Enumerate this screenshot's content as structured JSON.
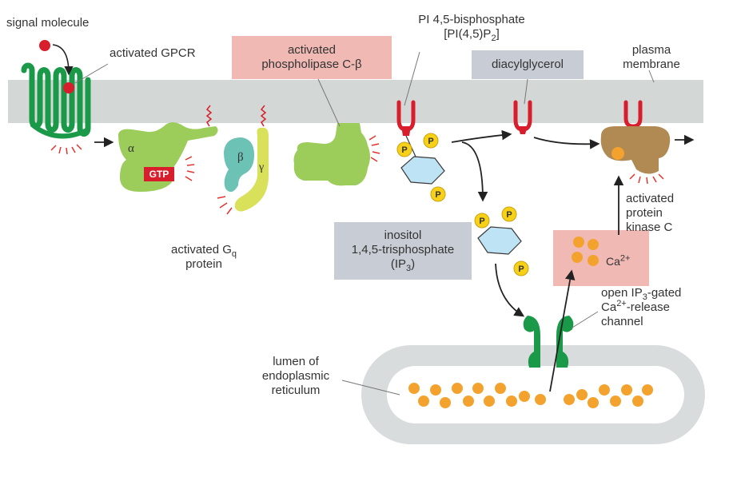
{
  "labels": {
    "signal_molecule": "signal molecule",
    "activated_gpcr": "activated GPCR",
    "activated_plc_line1": "activated",
    "activated_plc_line2": "phospholipase C-β",
    "pip2_line1": "PI 4,5-bisphosphate",
    "pip2_line2_prefix": "[PI(4,5)P",
    "pip2_line2_sub": "2",
    "pip2_line2_suffix": "]",
    "diacylglycerol": "diacylglycerol",
    "plasma_membrane_line1": "plasma",
    "plasma_membrane_line2": "membrane",
    "gq_line1_prefix": "activated G",
    "gq_line1_sub": "q",
    "gq_line2": "protein",
    "ip3_line1": "inositol",
    "ip3_line2": "1,4,5-trisphosphate",
    "ip3_line3_prefix": "(IP",
    "ip3_line3_sub": "3",
    "ip3_line3_suffix": ")",
    "pkc_line1": "activated",
    "pkc_line2": "protein",
    "pkc_line3": "kinase C",
    "channel_line1_prefix": "open IP",
    "channel_line1_sub": "3",
    "channel_line1_suffix": "-gated",
    "channel_line2_prefix": "Ca",
    "channel_line2_sup": "2+",
    "channel_line2_suffix": "-release",
    "channel_line3": "channel",
    "lumen_line1": "lumen of",
    "lumen_line2": "endoplasmic",
    "lumen_line3": "reticulum",
    "ca_prefix": "Ca",
    "ca_sup": "2+",
    "alpha": "α",
    "beta": "β",
    "gamma": "γ",
    "gtp": "GTP",
    "phosphate": "P"
  },
  "colors": {
    "membrane": "#d3d8d6",
    "receptor_green": "#1a9a48",
    "gprotein_green": "#9ccc5a",
    "beta_teal": "#6cc2b4",
    "gamma_yellow": "#d9e05a",
    "pink_box": "#f0b9b4",
    "gray_box": "#c8ccd4",
    "lipid_red": "#d81e2c",
    "pkc_brown": "#b08a52",
    "phosphate_yellow": "#f7d117",
    "ring_blue": "#bde3f5",
    "calcium_orange": "#f4a22e",
    "er_gray": "#d9dcdc",
    "activation_red": "#e2342f"
  }
}
